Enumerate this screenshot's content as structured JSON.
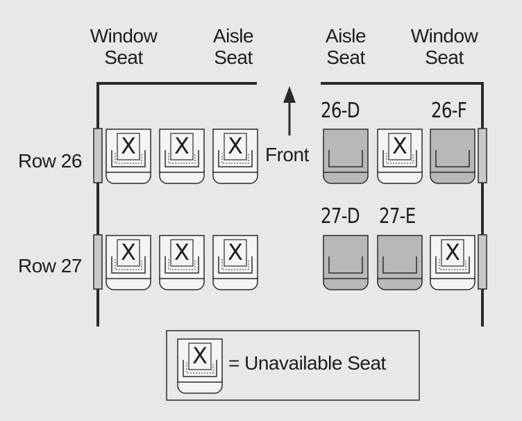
{
  "headers": {
    "left_window": "Window\nSeat",
    "left_aisle": "Aisle\nSeat",
    "right_aisle": "Aisle\nSeat",
    "right_window": "Window\nSeat"
  },
  "front_label": "Front",
  "rows": [
    {
      "label": "Row 26",
      "seats": [
        {
          "id": "",
          "status": "unavailable",
          "mark": "X"
        },
        {
          "id": "",
          "status": "unavailable",
          "mark": "X"
        },
        {
          "id": "",
          "status": "unavailable",
          "mark": "X"
        },
        {
          "id": "26-D",
          "status": "available",
          "mark": ""
        },
        {
          "id": "",
          "status": "unavailable",
          "mark": "X"
        },
        {
          "id": "26-F",
          "status": "available",
          "mark": ""
        }
      ]
    },
    {
      "label": "Row 27",
      "seats": [
        {
          "id": "",
          "status": "unavailable",
          "mark": "X"
        },
        {
          "id": "",
          "status": "unavailable",
          "mark": "X"
        },
        {
          "id": "",
          "status": "unavailable",
          "mark": "X"
        },
        {
          "id": "27-D",
          "status": "available",
          "mark": ""
        },
        {
          "id": "27-E",
          "status": "available",
          "mark": ""
        },
        {
          "id": "",
          "status": "unavailable",
          "mark": "X"
        }
      ]
    }
  ],
  "legend": {
    "mark": "X",
    "text": "= Unavailable Seat"
  },
  "colors": {
    "background": "#e8e8e8",
    "available_seat": "#b8b8b8",
    "unavailable_seat": "#f4f4f4",
    "outline": "#2a2a2a"
  }
}
